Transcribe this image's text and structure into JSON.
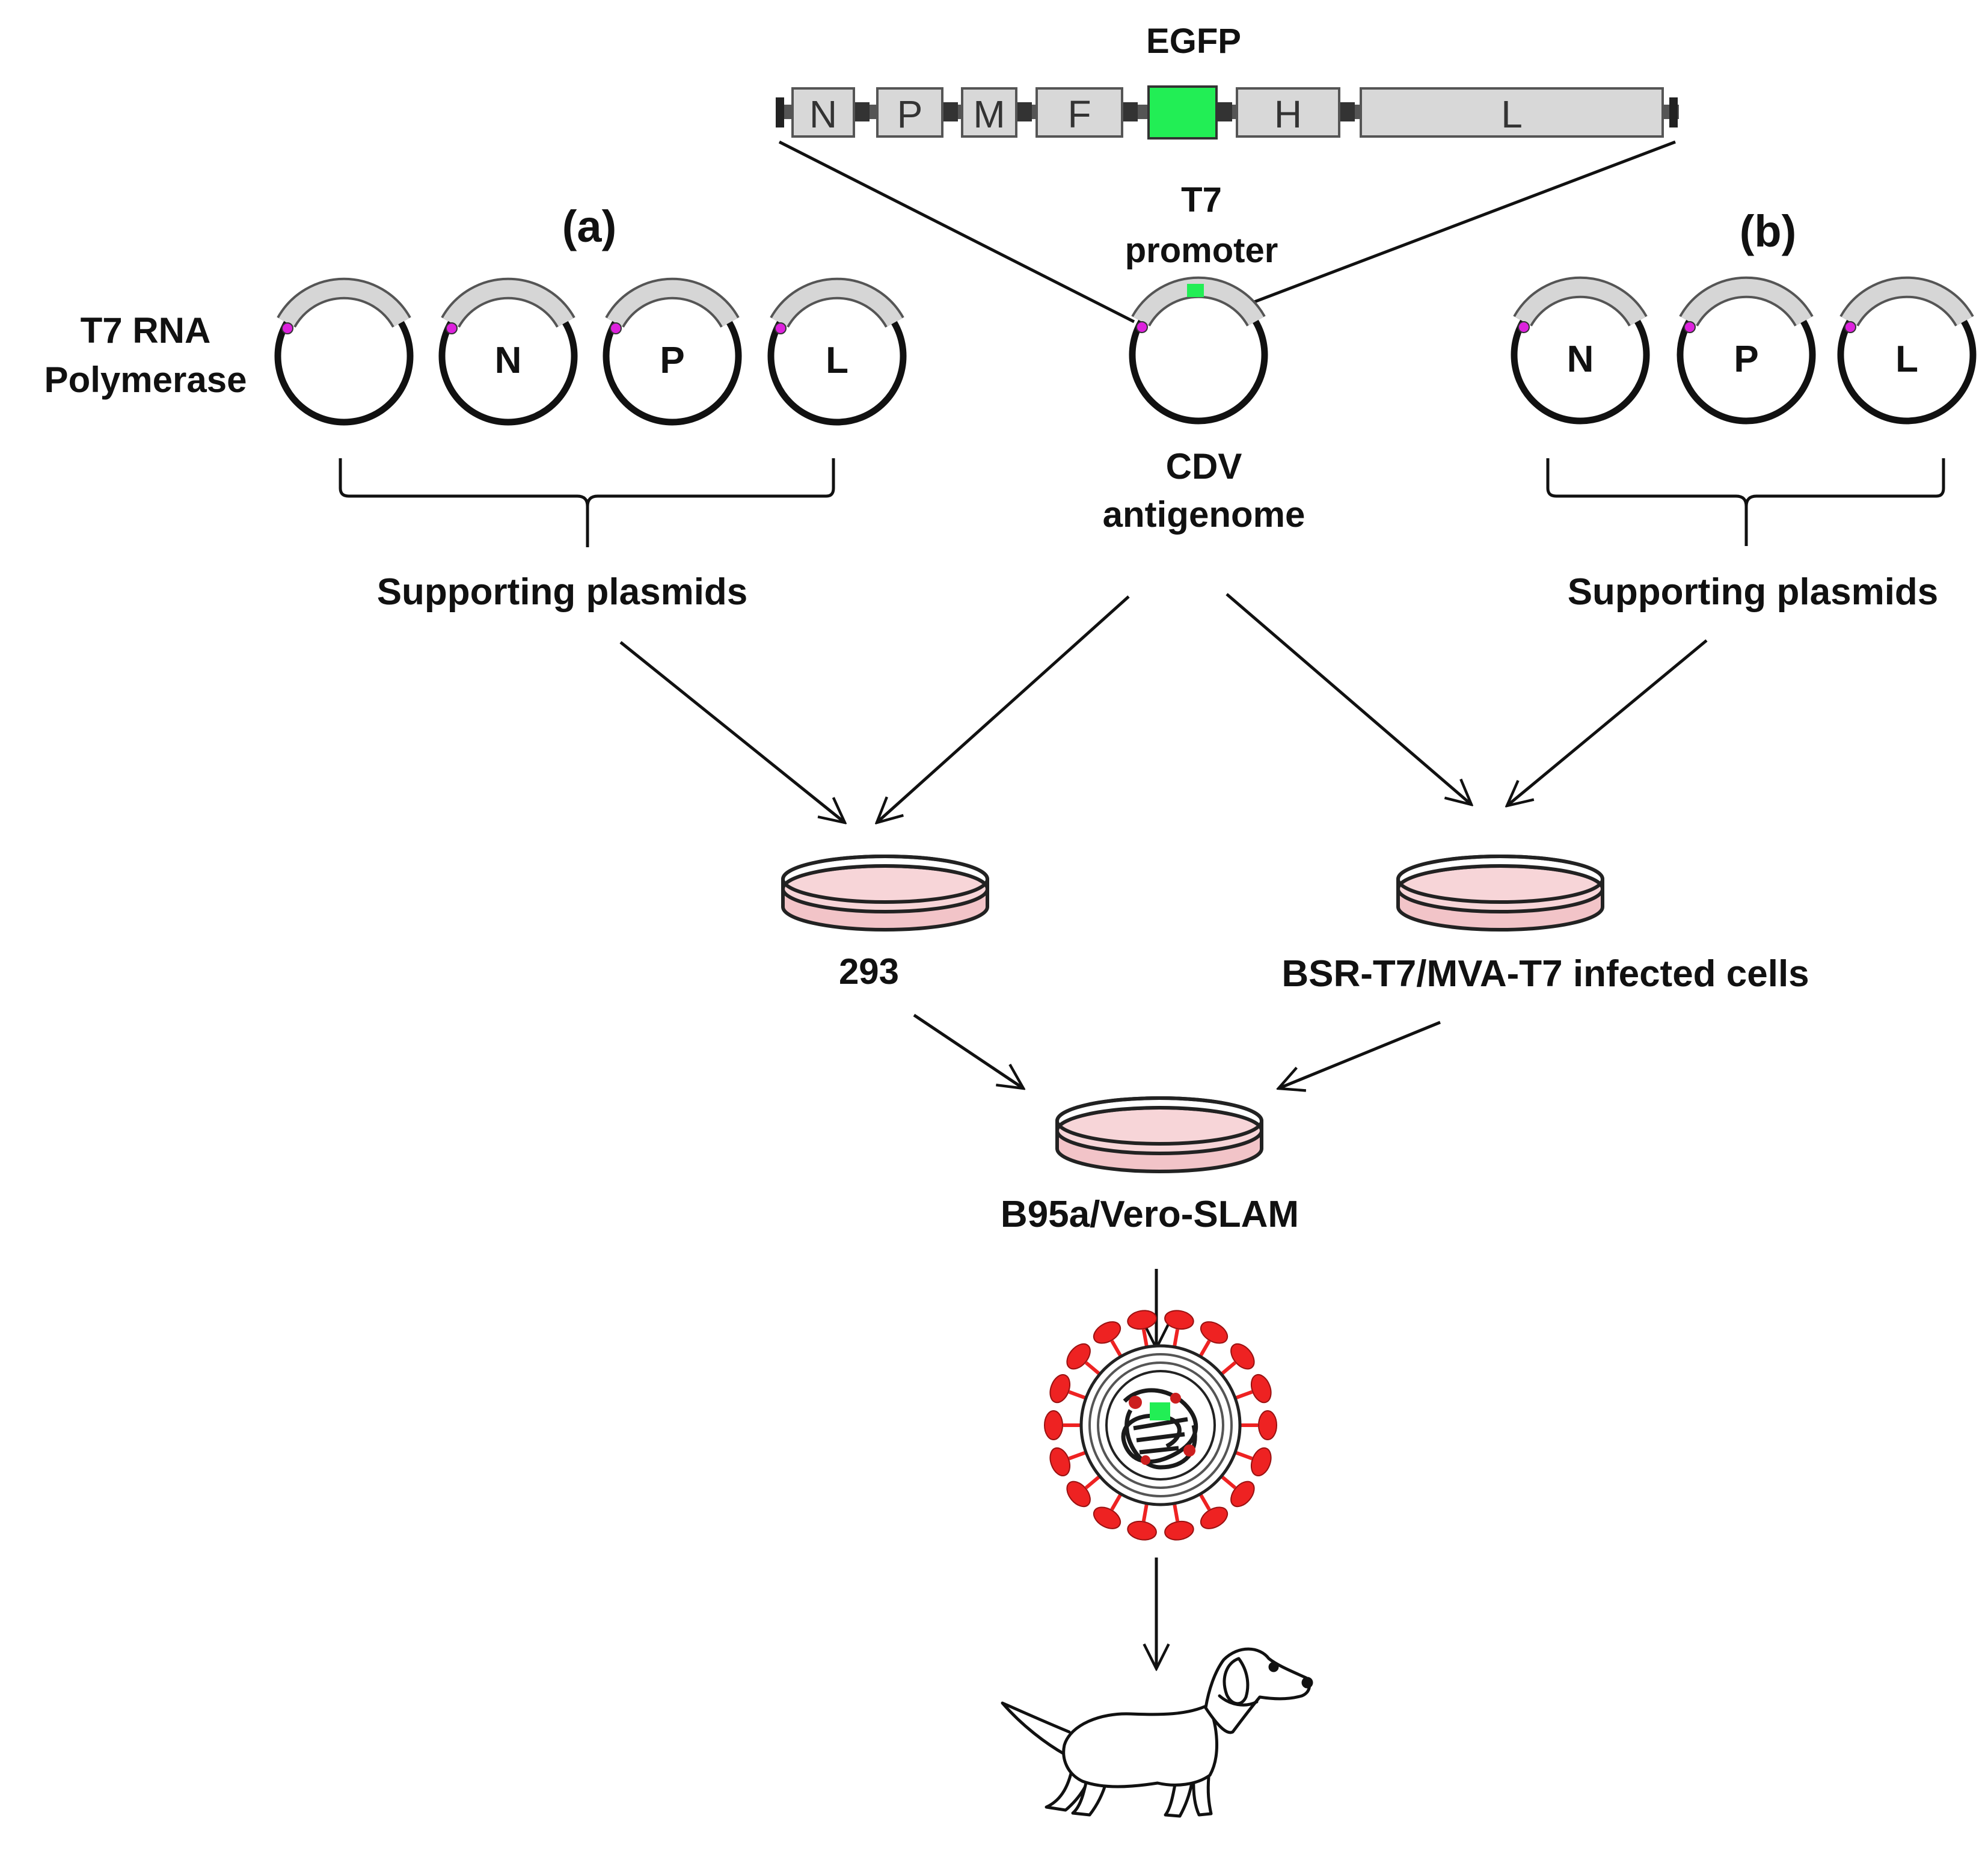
{
  "genome": {
    "egfp_label": "EGFP",
    "genes": [
      "N",
      "P",
      "M",
      "F",
      "H",
      "L"
    ]
  },
  "panel_a": {
    "tag": "(a)",
    "t7_line1": "T7 RNA",
    "t7_line2": "Polymerase",
    "plasmids": [
      "N",
      "P",
      "L"
    ],
    "group_label": "Supporting plasmids"
  },
  "center": {
    "promoter_line1": "T7",
    "promoter_line2": "promoter",
    "antigenome_line1": "CDV",
    "antigenome_line2": "antigenome"
  },
  "panel_b": {
    "tag": "(b)",
    "plasmids": [
      "N",
      "P",
      "L"
    ],
    "group_label": "Supporting plasmids"
  },
  "cells": {
    "left": "293",
    "right": "BSR-T7/MVA-T7 infected cells",
    "bottom": "B95a/Vero-SLAM"
  },
  "colors": {
    "egfp": "#22ee55",
    "promoter_mark": "#dd22dd",
    "dish_medium": "#f2c4c8",
    "virus_spikes": "#ee2222",
    "gene_box": "#d8d8d8"
  }
}
